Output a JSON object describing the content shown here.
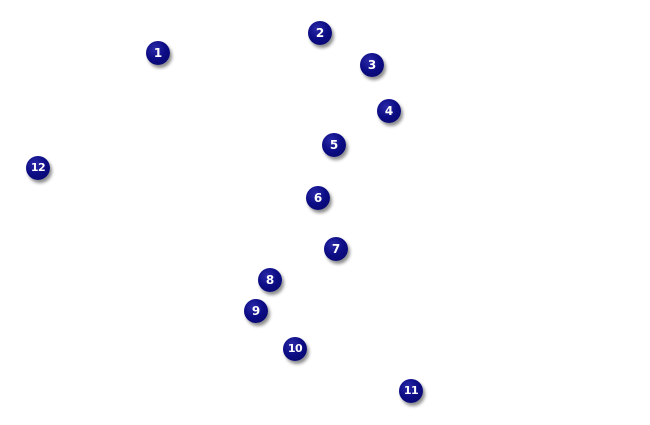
{
  "markers": [
    {
      "label": "1"
    },
    {
      "label": "2"
    },
    {
      "label": "3"
    },
    {
      "label": "4"
    },
    {
      "label": "5"
    },
    {
      "label": "6"
    },
    {
      "label": "7"
    },
    {
      "label": "8"
    },
    {
      "label": "9"
    },
    {
      "label": "10"
    },
    {
      "label": "11"
    },
    {
      "label": "12"
    }
  ],
  "colors": {
    "marker_fill": "#0d0d86",
    "marker_text": "#ffffff",
    "background": "#ffffff"
  }
}
